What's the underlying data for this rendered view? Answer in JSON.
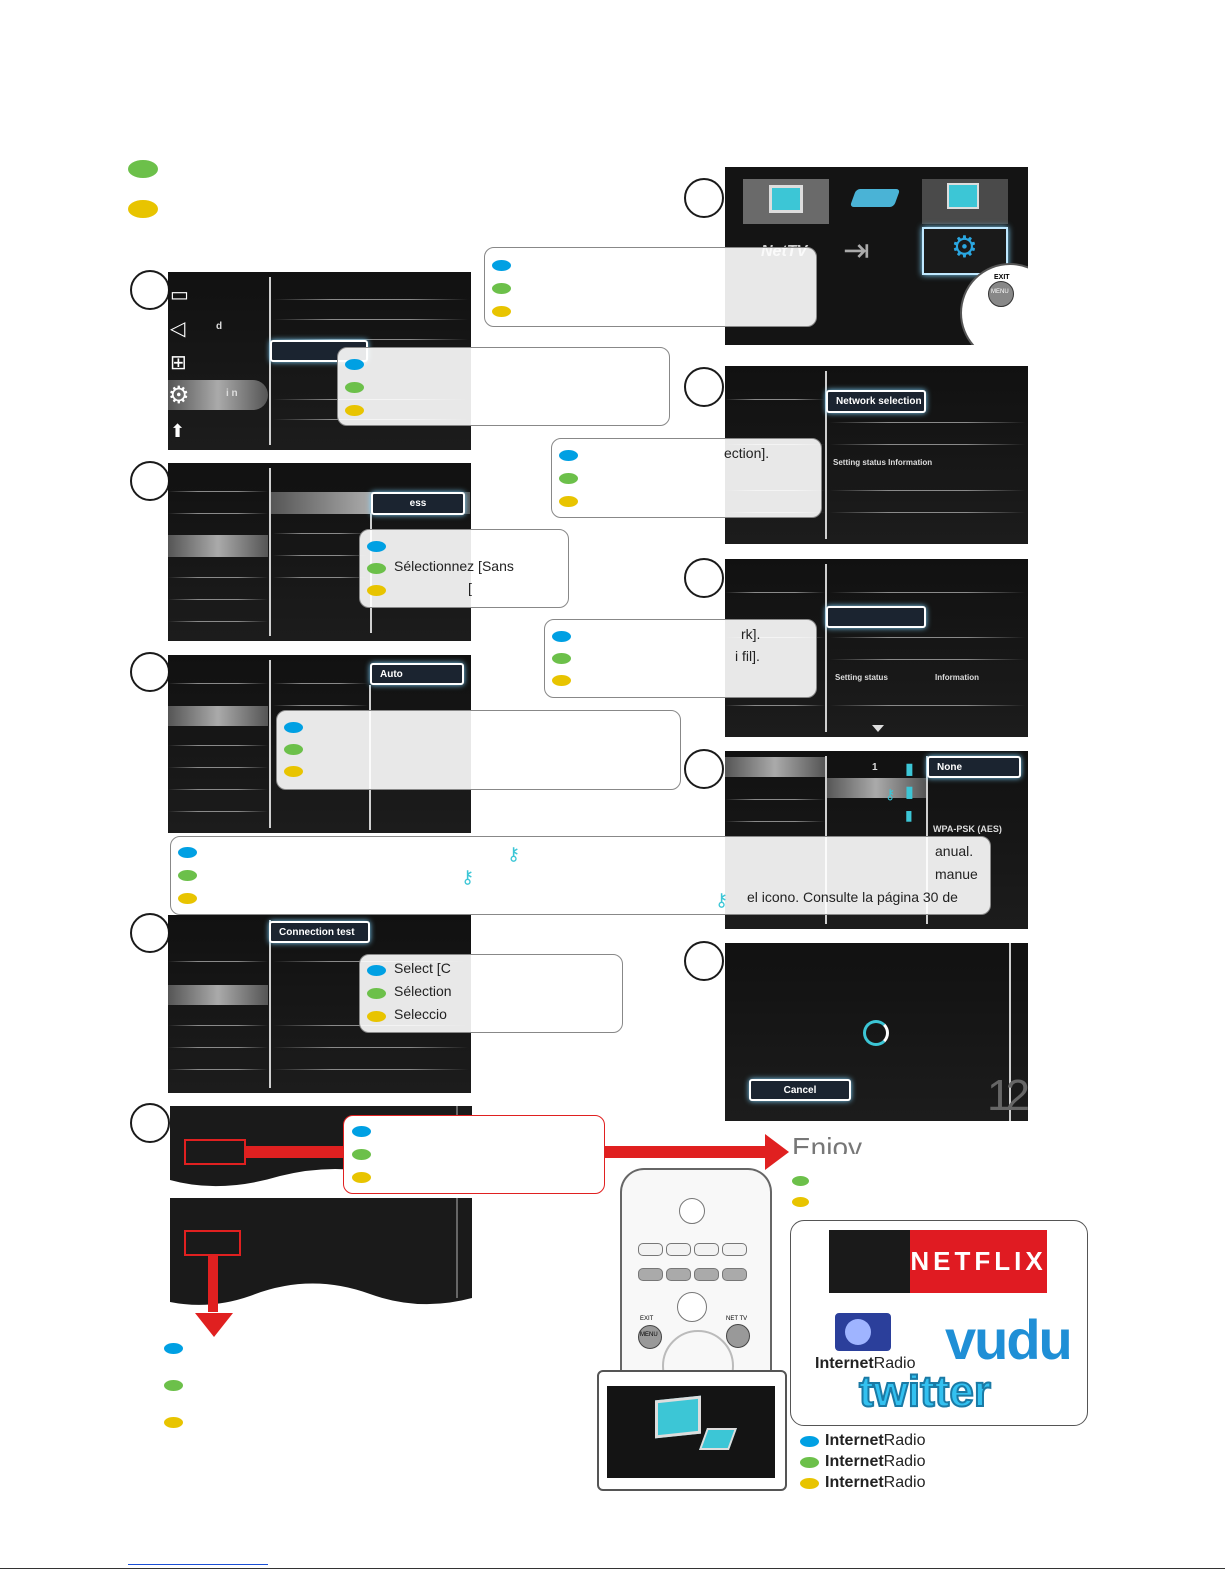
{
  "legend": {
    "green_text": "",
    "yellow_text": ""
  },
  "step1": {
    "icons": [
      "display-icon",
      "sound-icon",
      "setup-icon",
      "settings-gear-icon",
      "update-icon"
    ],
    "letter_d": "d",
    "letters_in": "i n",
    "callout_texts": [
      "",
      "",
      ""
    ]
  },
  "stepA": {
    "callout_texts": [
      "",
      "",
      ""
    ],
    "menu_icons": [
      "tv-icon",
      "usb-icon",
      "net-tv-icon",
      "input-icon",
      "setup-gear-icon"
    ],
    "net_tv_label": "NetTV",
    "exit_label": "EXIT",
    "menu_label": "MENU"
  },
  "step2": {
    "box_label": "ess",
    "callout_texts": [
      "",
      "Sélectionnez [Sans",
      "["
    ]
  },
  "stepB": {
    "box_label": "Network selection",
    "callout_texts": [
      "ection].",
      "",
      ""
    ],
    "tiny_text": "Setting status   Information"
  },
  "step3": {
    "box_label": "Auto",
    "callout_texts": [
      "",
      "",
      ""
    ]
  },
  "stepC": {
    "box_label": "",
    "callout_texts": [
      "rk].",
      "i fil].",
      ""
    ],
    "status_text": "Setting status",
    "info_text": "Information"
  },
  "stepD": {
    "box_label": "None",
    "item_1": "1",
    "wpa_text": "WPA-PSK (AES)"
  },
  "banner": {
    "texts": [
      "",
      "",
      ""
    ],
    "right_texts": [
      "anual.",
      "manue",
      "el icono. Consulte la página 30 de"
    ]
  },
  "step4": {
    "box_label": "Connection test",
    "callout_texts": [
      "Select [C",
      "Sélection",
      "Seleccio"
    ]
  },
  "stepE": {
    "cancel_label": "Cancel",
    "page_number": "12"
  },
  "step5": {
    "callout_texts": [
      "",
      "",
      ""
    ],
    "bottom_texts": [
      "",
      "",
      ""
    ]
  },
  "enjoy": {
    "heading": "Enjoy you",
    "line_green": "",
    "line_yellow": ""
  },
  "remote": {
    "exit_label": "EXIT",
    "menu_label": "MENU",
    "nettv_label": "NET TV"
  },
  "services": {
    "netflix": "NETFLIX",
    "internet_radio_bold": "Internet",
    "internet_radio_light": "Radio",
    "vudu": "vudu",
    "twitter": "twitter"
  },
  "internet_radio_lines": [
    {
      "bold": "Internet",
      "light": "Radio"
    },
    {
      "bold": "Internet",
      "light": "Radio"
    },
    {
      "bold": "Internet",
      "light": "Radio"
    }
  ],
  "colors": {
    "blue": "#00a0e3",
    "green": "#6cc04a",
    "yellow": "#e8c400",
    "red": "#e02020",
    "netflix_red": "#e01b22",
    "vudu_blue": "#1f8fd6",
    "twitter_blue": "#33c1f0"
  }
}
